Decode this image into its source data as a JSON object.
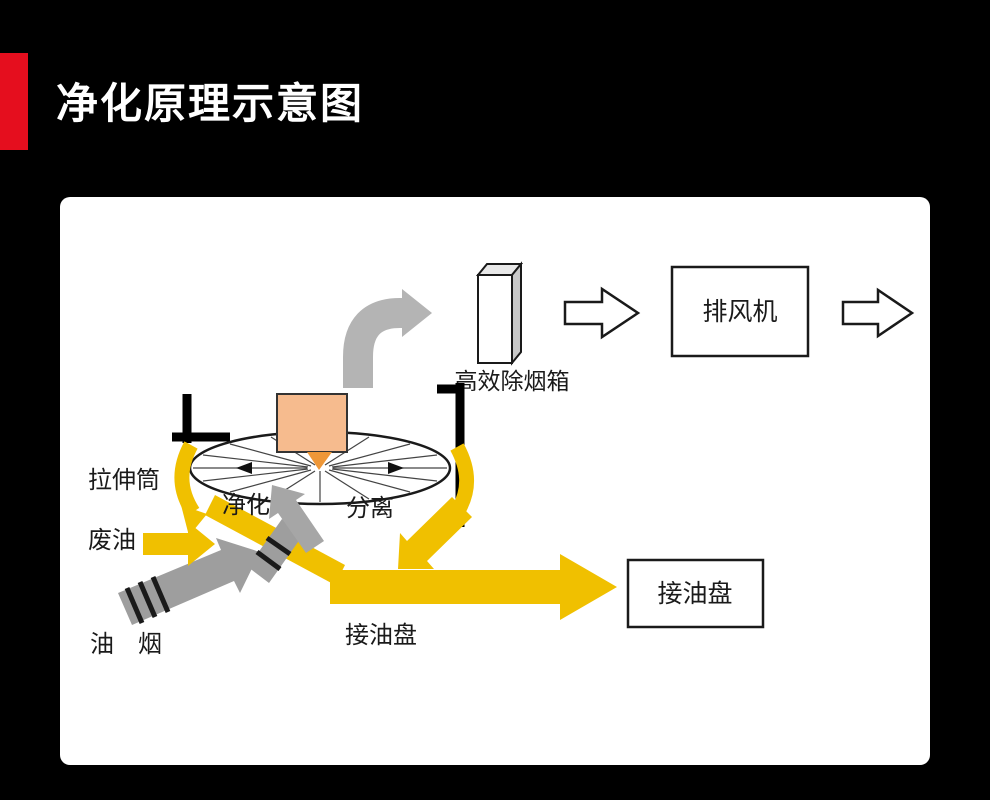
{
  "header": {
    "title": "净化原理示意图"
  },
  "theme": {
    "background": "#000000",
    "accent_red": "#e50e1e",
    "panel_bg": "#ffffff",
    "flow_yellow": "#f0c000",
    "smoke_gray": "#9e9e9e",
    "duct_gray": "#b4b4b4",
    "motor_fill": "#f6bb8e",
    "motor_nozzle": "#ee9738",
    "line_black": "#1a1a1a"
  },
  "diagram": {
    "labels": {
      "stretch_cylinder": "拉伸筒",
      "waste_oil": "废油",
      "oil_smoke": "油　烟",
      "purify": "净化",
      "separate": "分离",
      "smoke_box": "高效除烟箱",
      "exhaust_fan": "排风机",
      "oil_pan_flow": "接油盘",
      "oil_pan_box": "接油盘"
    }
  }
}
